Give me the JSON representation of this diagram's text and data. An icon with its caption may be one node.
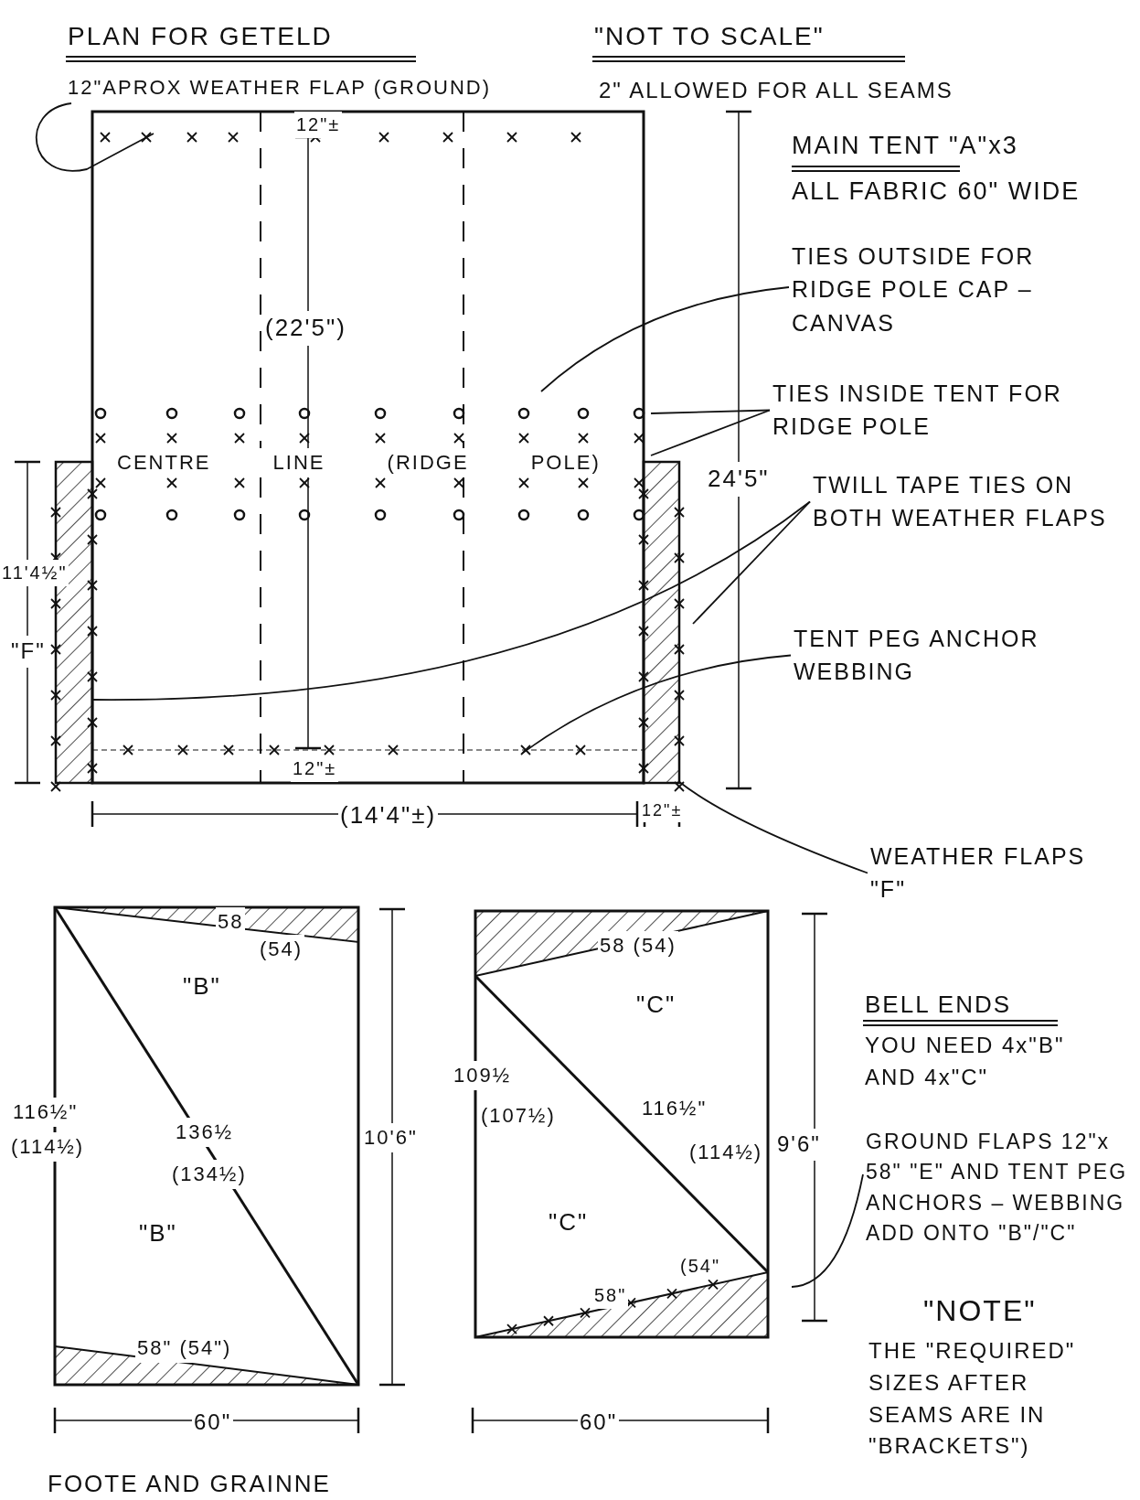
{
  "diagram": {
    "title": "PLAN FOR GETELD",
    "nodes": [
      {
        "text": [
          "12\"APROX WEATHER FLAP (GROUND)"
        ]
      },
      {
        "text": [
          "TIES OUTSIDE FOR RIDGE POLE CAP – CANVAS"
        ]
      },
      {
        "text": [
          "TIES INSIDE TENT FOR RIDGE POLE"
        ]
      },
      {
        "text": [
          "TWILL TAPE TIES ON BOTH WEATHER FLAPS"
        ]
      },
      {
        "text": [
          "TENT PEG ANCHOR WEBBING"
        ]
      },
      {
        "text": [
          "WEATHER FLAPS \"F\""
        ]
      },
      {
        "text": [
          "GROUND FLAPS 12\"x 58\" \"E\" AND TENT PEG ANCHORS – WEBBING ADD ONTO \"B\"/\"C\""
        ]
      }
    ],
    "edges": [
      {
        "from": 0,
        "to": null,
        "arrow": "none"
      },
      {
        "from": 1,
        "to": null,
        "arrow": "none"
      },
      {
        "from": 2,
        "to": null,
        "arrow": "none"
      },
      {
        "from": 2,
        "to": null,
        "arrow": "none"
      },
      {
        "from": 3,
        "to": null,
        "arrow": "none"
      },
      {
        "from": 3,
        "to": null,
        "arrow": "none"
      },
      {
        "from": 4,
        "to": null,
        "arrow": "none"
      },
      {
        "from": 5,
        "to": null,
        "arrow": "none"
      },
      {
        "from": 6,
        "to": null,
        "arrow": "none"
      }
    ],
    "labels": [
      "\"NOT TO SCALE\"",
      "2\" ALLOWED FOR ALL SEAMS",
      "12\"±",
      "MAIN TENT \"A\"x3",
      "ALL FABRIC 60\" WIDE",
      "(22'5\")",
      "CENTRE LINE (RIDGE POLE)",
      "24'5\"",
      "11'4½\"",
      "\"F\"",
      "12\"±",
      "(14'4\"±)",
      "12\"±",
      "58",
      "(54)",
      "\"B\"",
      "116½\"",
      "(114½)",
      "136½",
      "(134½)",
      "10'6\"",
      "\"B\"",
      "58\" (54\")",
      "60\"",
      "58 (54)",
      "\"C\"",
      "109½",
      "(107½)",
      "116½\"",
      "(114½)",
      "\"C\"",
      "(54\"",
      "58\"",
      "9'6\"",
      "60\"",
      "FOOTE AND GRAINNE",
      "BELL ENDS",
      "YOU NEED 4x\"B\" AND 4x\"C\"",
      "\"NOTE\"",
      "THE \"REQUIRED\" SIZES AFTER SEAMS ARE IN \"BRACKETS\")"
    ]
  }
}
